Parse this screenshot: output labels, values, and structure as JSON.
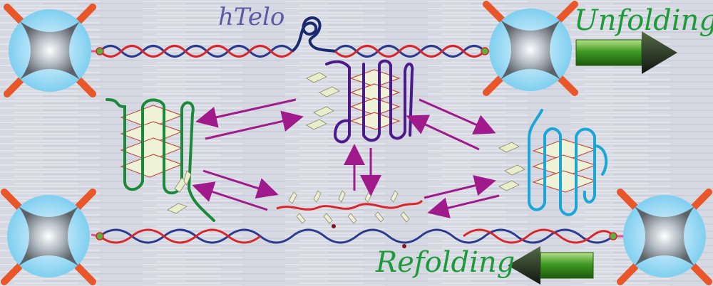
{
  "labels": {
    "htelo": "hTelo",
    "unfolding": "Unfolding",
    "refolding": "Refolding"
  },
  "colors": {
    "background": "#d9dbe3",
    "label_blue": "#5a5aa8",
    "label_green": "#1d9a3a",
    "arrow_purple": "#a01a8c",
    "strand_navy": "#2b3a8f",
    "strand_red": "#d8262a",
    "g4_green": "#1a8a3a",
    "g4_purple": "#4b1a8c",
    "g4_cyan": "#1aa6d6",
    "bead_orange": "#e8562a"
  },
  "icons": {
    "bead": "optical-trap-bead-icon",
    "direction_arrow": "green-block-arrow-icon"
  }
}
